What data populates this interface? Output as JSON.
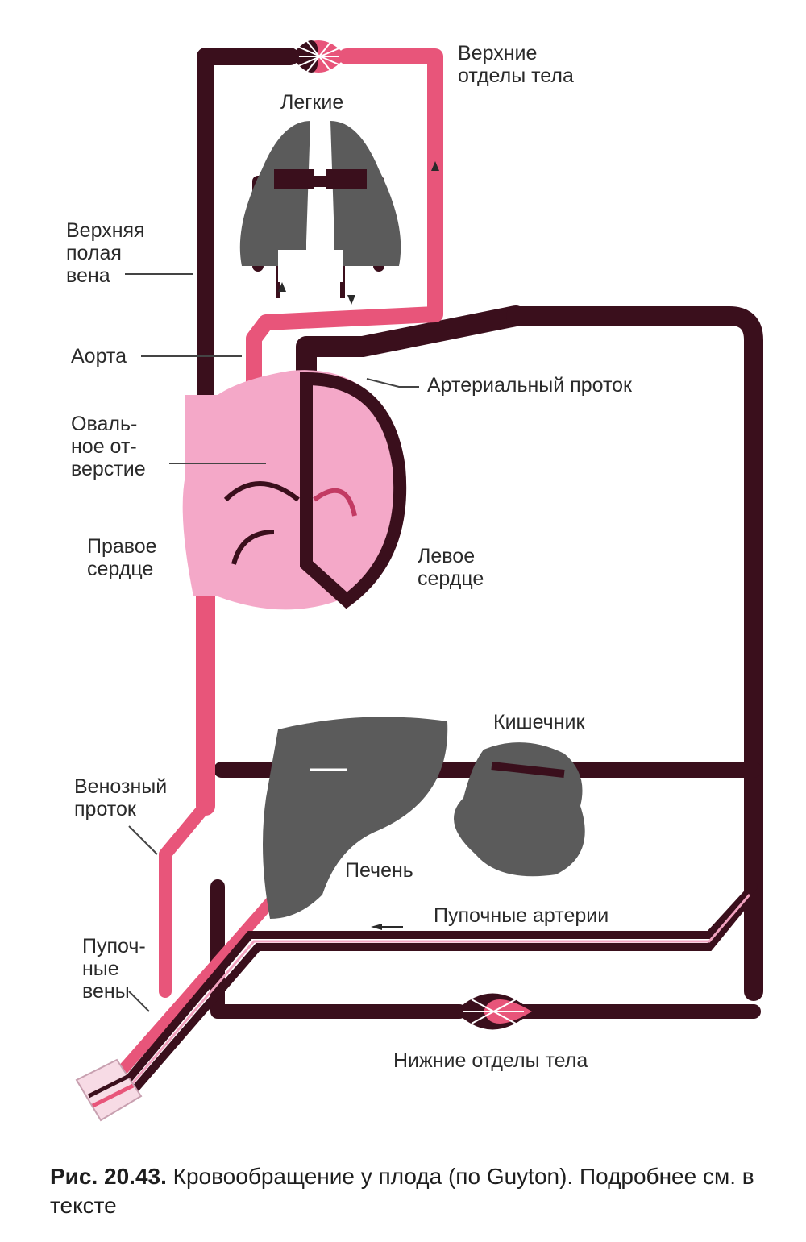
{
  "labels": {
    "upper_body": "Верхние\nотделы тела",
    "lungs": "Легкие",
    "superior_vena_cava": "Верхняя\nполая\nвена",
    "aorta": "Аорта",
    "ductus_arteriosus": "Артериальный проток",
    "foramen_ovale": "Оваль-\nное от-\nверстие",
    "right_heart": "Правое\nсердце",
    "left_heart": "Левое\nсердце",
    "intestine": "Кишечник",
    "ductus_venosus": "Венозный\nпроток",
    "liver": "Печень",
    "umbilical_arteries": "Пупочные артерии",
    "umbilical_veins": "Пупоч-\nные\nвены",
    "lower_body": "Нижние отделы тела"
  },
  "caption": {
    "figure_no": "Рис.  20.43.",
    "text": " Кровообращение у плода (по Guyton). Подробнее см. в тексте"
  },
  "colors": {
    "oxygenated": "#e8557a",
    "oxygenated_light": "#f2a3c0",
    "deoxygenated": "#3a0f1c",
    "organ": "#5b5b5b",
    "heart": "#f4a8c8",
    "text": "#2a2a2a"
  }
}
